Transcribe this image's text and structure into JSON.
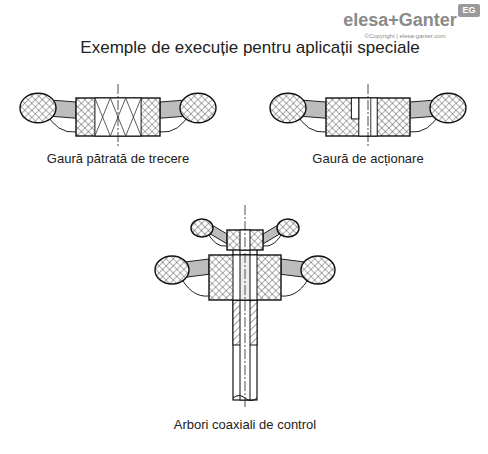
{
  "diagram": {
    "title": "Exemple de execuție pentru aplicații speciale",
    "labels": [
      "elesa+Ganter",
      "EG",
      "©Copyright | elesa-ganter.com",
      "Gaură pătrată de trecere",
      "Gaură de acționare",
      "Arbori coaxiali de control"
    ]
  }
}
